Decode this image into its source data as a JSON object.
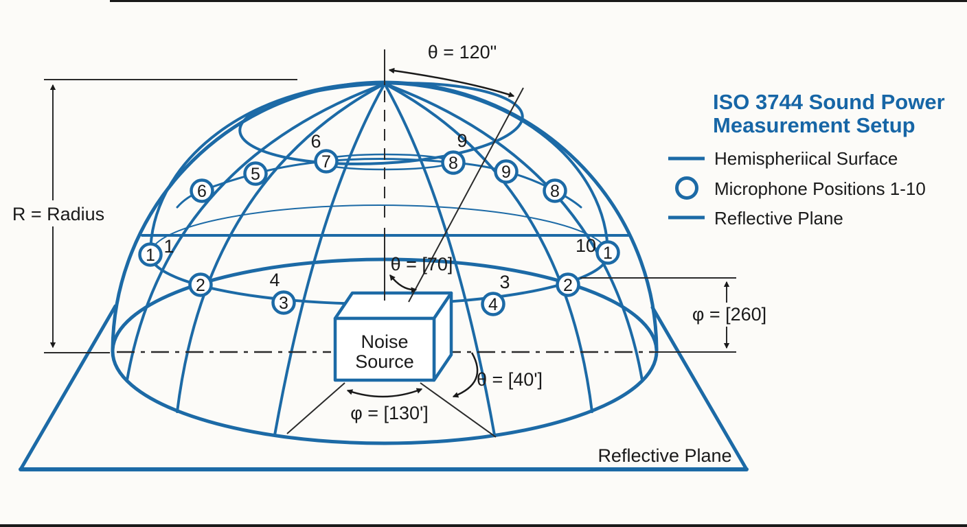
{
  "legend": {
    "title_line1": "ISO 3744 Sound Power",
    "title_line2": "Measurement Setup",
    "items": [
      {
        "swatch": "line",
        "label": "Hemispheriical Surface"
      },
      {
        "swatch": "circle",
        "label": "Microphone Positions 1-10"
      },
      {
        "swatch": "line",
        "label": "Reflective Plane"
      }
    ]
  },
  "annotations": {
    "theta_top": "θ = 120\"",
    "radius": "R = Radius",
    "theta_mid": "θ = [70]",
    "phi_right": "φ = [260]",
    "theta_lower": "θ = [40']",
    "phi_bottom": "φ = [130']",
    "reflective_plane": "Reflective Plane"
  },
  "noise_source": {
    "line1": "Noise",
    "line2": "Source"
  },
  "microphones": {
    "circled": [
      "1",
      "6",
      "5",
      "7",
      "2",
      "3",
      "8",
      "9",
      "8",
      "1",
      "2",
      "4"
    ],
    "floating_labels": [
      "1",
      "6",
      "9",
      "4",
      "3",
      "10"
    ]
  },
  "colors": {
    "line_blue": "#1c6aa6",
    "title_blue": "#1766a6",
    "ink": "#1a1a1a"
  }
}
